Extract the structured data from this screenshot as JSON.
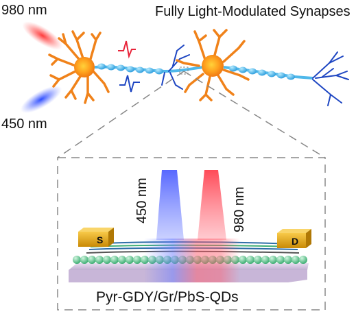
{
  "title": "Fully Light-Modulated Synapses",
  "light_inputs": {
    "red_label": "980 nm",
    "blue_label": "450 nm"
  },
  "device": {
    "beam_blue_label": "450 nm",
    "beam_red_label": "980 nm",
    "source_label": "S",
    "drain_label": "D",
    "caption": "Pyr-GDY/Gr/PbS-QDs"
  },
  "colors": {
    "neuron": "#f0821a",
    "neuron_core": "#ffa31f",
    "axon": "#4fb8ea",
    "dendrite": "#1e46c2",
    "red_light": "#ff2b2b",
    "blue_light": "#2b4cff",
    "electrode": "#e3a20c",
    "substrate": "#d9c8e6",
    "qd_spheres": "#7fd6a4"
  }
}
